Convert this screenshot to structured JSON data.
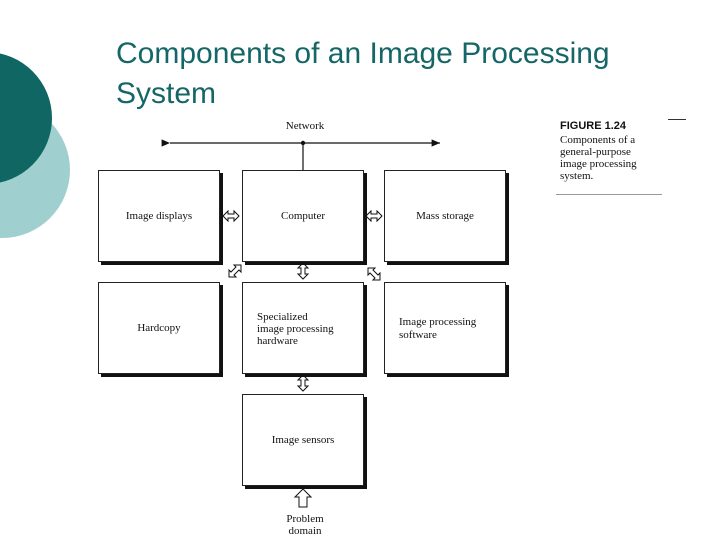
{
  "slide": {
    "title_line1": "Components of an Image Processing",
    "title_line2": "System"
  },
  "diagram": {
    "network_label": "Network",
    "boxes": {
      "image_displays": "Image displays",
      "computer": "Computer",
      "mass_storage": "Mass storage",
      "hardcopy": "Hardcopy",
      "specialized_line1": "Specialized",
      "specialized_line2": "image processing",
      "specialized_line3": "hardware",
      "software_line1": "Image processing",
      "software_line2": "software",
      "image_sensors": "Image sensors"
    },
    "problem_domain_line1": "Problem",
    "problem_domain_line2": "domain"
  },
  "figure_caption": {
    "number": "FIGURE 1.24",
    "line1": "Components of a",
    "line2": "general-purpose",
    "line3": "image processing",
    "line4": "system."
  },
  "colors": {
    "title": "#156666",
    "deco_dark": "#0f6662",
    "deco_light": "#9fcfcf"
  }
}
